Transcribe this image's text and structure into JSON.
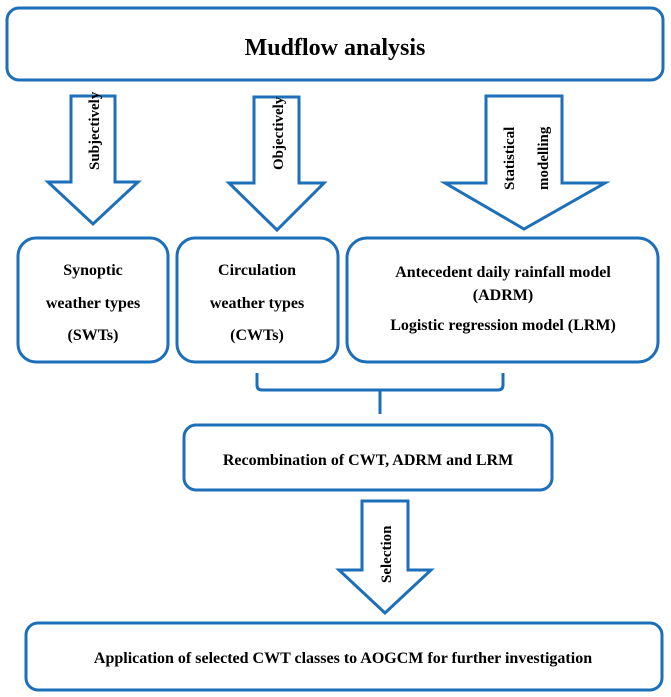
{
  "colors": {
    "stroke": "#1c6fb8",
    "text": "#000000",
    "background": "#ffffff"
  },
  "title": "Mudflow analysis",
  "arrows": {
    "subjectively": "Subjectively",
    "objectively": "Objectively",
    "statistical_line1": "Statistical",
    "statistical_line2": "modelling",
    "selection": "Selection"
  },
  "boxes": {
    "swt": {
      "line1": "Synoptic",
      "line2": "weather types",
      "line3": "(SWTs)"
    },
    "cwt": {
      "line1": "Circulation",
      "line2": "weather types",
      "line3": "(CWTs)"
    },
    "models": {
      "line1": "Antecedent daily rainfall model",
      "line2": "(ADRM)",
      "line3": "Logistic regression model (LRM)"
    },
    "recombination": "Recombination of CWT, ADRM and LRM",
    "application": "Application of selected CWT classes to AOGCM for further investigation"
  }
}
